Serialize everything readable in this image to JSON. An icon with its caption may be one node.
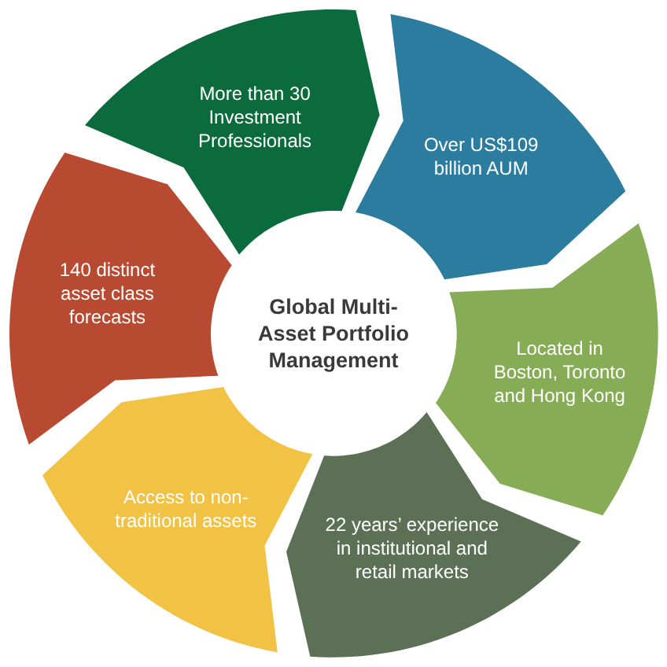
{
  "diagram": {
    "nodes": [
      {
        "text": [
          "Global Multi-Asset Portfolio Management"
        ]
      },
      {
        "text": [
          "More than 30 Investment Professionals"
        ]
      },
      {
        "text": [
          "Over US$109 billion AUM"
        ]
      },
      {
        "text": [
          "Located in Boston, Toronto and Hong Kong"
        ]
      },
      {
        "text": [
          "22 years’ experience in institutional and retail markets"
        ]
      },
      {
        "text": [
          "Access to non-traditional assets"
        ]
      },
      {
        "text": [
          "140 distinct asset class forecasts"
        ]
      }
    ]
  }
}
